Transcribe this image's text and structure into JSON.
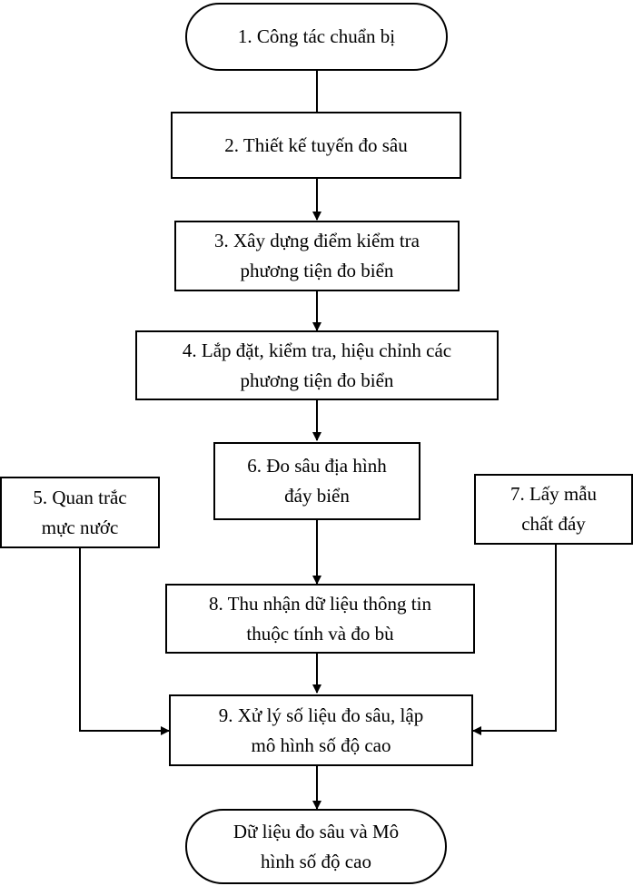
{
  "diagram": {
    "nodes": {
      "n1": {
        "lines": [
          "1. Công tác chuẩn bị"
        ]
      },
      "n2": {
        "lines": [
          "2. Thiết kế tuyến đo sâu"
        ]
      },
      "n3": {
        "lines": [
          "3. Xây dựng điểm kiểm tra",
          "phương tiện đo biển"
        ]
      },
      "n4": {
        "lines": [
          "4. Lắp đặt, kiểm tra, hiệu chỉnh các",
          "phương tiện đo biển"
        ]
      },
      "n5": {
        "lines": [
          "5. Quan trắc",
          "mực nước"
        ]
      },
      "n6": {
        "lines": [
          "6. Đo sâu địa hình",
          "đáy biển"
        ]
      },
      "n7": {
        "lines": [
          "7. Lấy mẫu",
          "chất đáy"
        ]
      },
      "n8": {
        "lines": [
          "8. Thu nhận dữ liệu thông tin",
          "thuộc tính và đo bù"
        ]
      },
      "n9": {
        "lines": [
          "9. Xử lý số liệu đo sâu, lập",
          "mô hình số độ cao"
        ]
      },
      "n10": {
        "lines": [
          "Dữ liệu đo sâu và Mô",
          "hình số độ cao"
        ]
      }
    },
    "edges": [
      {
        "from": "n1",
        "to": "n2"
      },
      {
        "from": "n2",
        "to": "n3"
      },
      {
        "from": "n3",
        "to": "n4"
      },
      {
        "from": "n4",
        "to": "n6"
      },
      {
        "from": "n6",
        "to": "n8"
      },
      {
        "from": "n8",
        "to": "n9"
      },
      {
        "from": "n5",
        "to": "n9"
      },
      {
        "from": "n7",
        "to": "n9"
      },
      {
        "from": "n9",
        "to": "n10"
      }
    ]
  }
}
